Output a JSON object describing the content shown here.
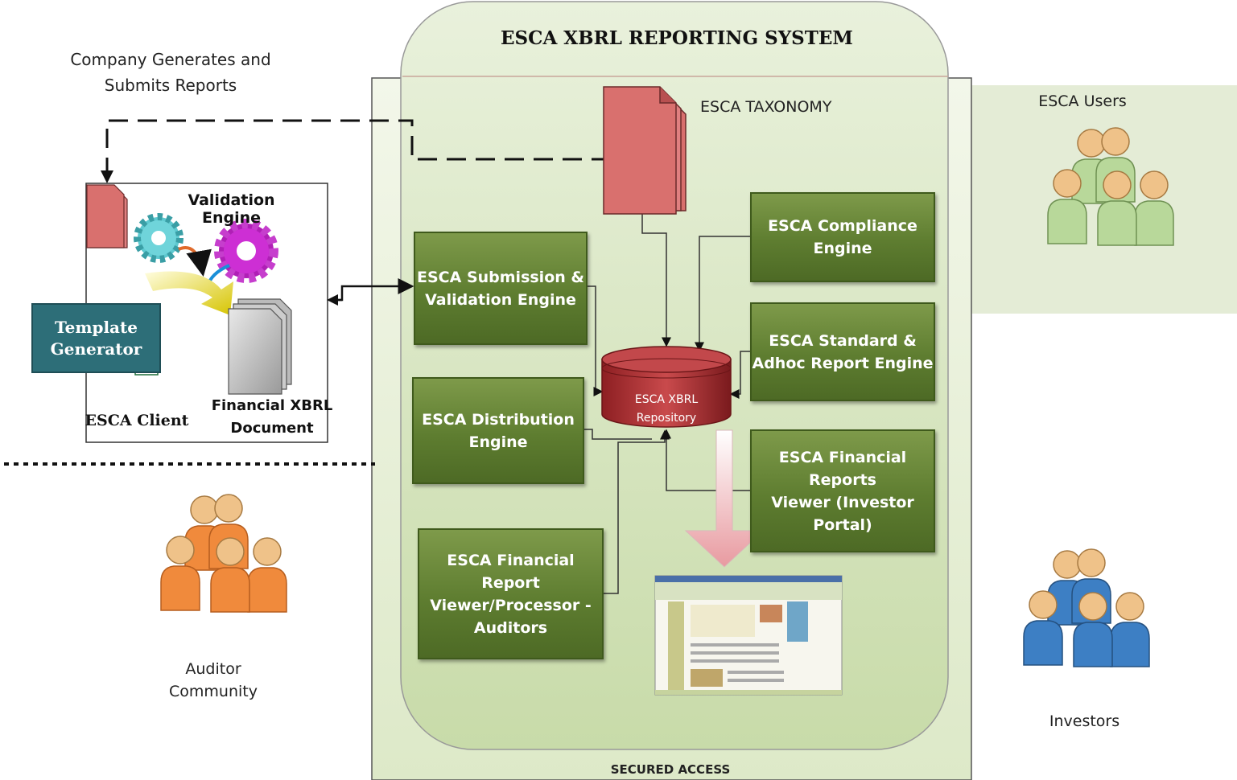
{
  "title": "ESCA XBRL REPORTING SYSTEM",
  "secured_access": "SECURED ACCESS",
  "taxonomy_label": "ESCA TAXONOMY",
  "company_label": "Company Generates and\nSubmits Reports",
  "client": {
    "validation_engine": "Validation Engine",
    "template_generator": "Template\nGenerator",
    "esca_client": "ESCA Client",
    "financial_doc": "Financial XBRL\nDocument"
  },
  "engines": {
    "submission": "ESCA Submission &\nValidation Engine",
    "compliance": "ESCA Compliance\nEngine",
    "standard": "ESCA Standard &\nAdhoc Report Engine",
    "distribution": "ESCA Distribution\nEngine",
    "viewer_investor": "ESCA Financial Reports\nViewer (Investor\nPortal)",
    "viewer_auditor": "ESCA Financial Report\nViewer/Processor -\nAuditors"
  },
  "repository": "ESCA XBRL\nRepository",
  "groups": {
    "esca_users": "ESCA Users",
    "auditor_community": "Auditor\nCommunity",
    "investors": "Investors"
  },
  "colors": {
    "users_green": "#b8d89a",
    "auditor_orange": "#f08a3c",
    "investor_blue": "#3d7fc4",
    "repository_red": "#b0383a",
    "engine_green": "#5e7d30"
  },
  "icons": [
    "document-stack-icon",
    "gear-icon",
    "database-icon",
    "excel-icon",
    "people-group-icon",
    "portal-screenshot-icon"
  ]
}
